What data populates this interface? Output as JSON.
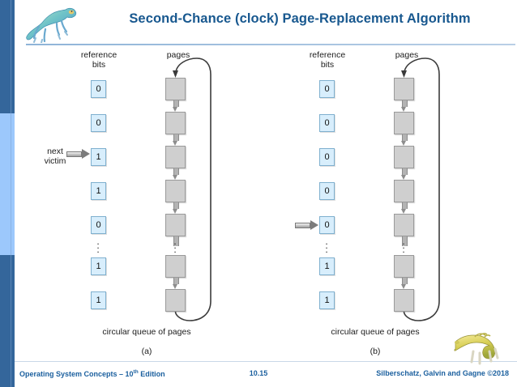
{
  "slide": {
    "title": "Second-Chance (clock) Page-Replacement Algorithm",
    "title_color": "#18588f",
    "background": "#ffffff"
  },
  "logos": {
    "top_left": "dinosaur-logo",
    "bottom_right": "dinosaur-logo"
  },
  "rail": {
    "dark_color": "#34669b",
    "light_color": "#9cc8fc"
  },
  "figure": {
    "panels": [
      {
        "letter": "(a)",
        "queue_caption": "circular queue of pages",
        "headers": {
          "reference_bits": "reference\nbits",
          "reference_bits_line1": "reference",
          "reference_bits_line2": "bits",
          "pages": "pages"
        },
        "reference_bits": [
          "0",
          "0",
          "1",
          "1",
          "0",
          "1",
          "1"
        ],
        "pointer": {
          "visible": true,
          "label_line1": "next",
          "label_line2": "victim",
          "points_at_index": 2
        },
        "ellipsis_after_index": 4,
        "page_frames": 7
      },
      {
        "letter": "(b)",
        "queue_caption": "circular queue of pages",
        "headers": {
          "reference_bits_line1": "reference",
          "reference_bits_line2": "bits",
          "pages": "pages"
        },
        "reference_bits": [
          "0",
          "0",
          "0",
          "0",
          "0",
          "1",
          "1"
        ],
        "pointer": {
          "visible": true,
          "label_line1": "",
          "label_line2": "",
          "points_at_index": 4
        },
        "ellipsis_after_index": 4,
        "page_frames": 7
      }
    ],
    "colors": {
      "bit_fill": "#d8eefc",
      "bit_border": "#7fb0cf",
      "page_fill": "#cfcfcf",
      "page_border": "#9a9a9a",
      "arrow_gray": "#8d8d8d"
    }
  },
  "footer": {
    "left_text": "Operating System Concepts – 10",
    "left_sup": "th",
    "left_tail": " Edition",
    "page_number": "10.15",
    "right_text": "Silberschatz, Galvin and Gagne ©2018",
    "text_color": "#1a5f9e"
  }
}
